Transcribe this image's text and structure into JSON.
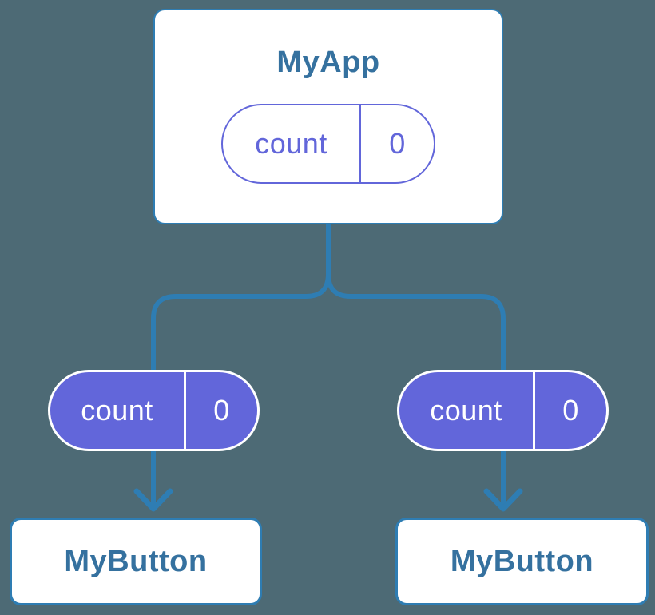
{
  "diagram": {
    "root": {
      "title": "MyApp",
      "state": {
        "label": "count",
        "value": "0"
      }
    },
    "children": [
      {
        "title": "MyButton",
        "state": {
          "label": "count",
          "value": "0"
        }
      },
      {
        "title": "MyButton",
        "state": {
          "label": "count",
          "value": "0"
        }
      }
    ]
  },
  "colors": {
    "background": "#4d6a75",
    "connector": "#2e7db3",
    "card_bg": "#ffffff",
    "card_border": "#2e7db3",
    "node_title": "#35719f",
    "pill_purple": "#6266da",
    "pill_text_light": "#ffffff"
  }
}
